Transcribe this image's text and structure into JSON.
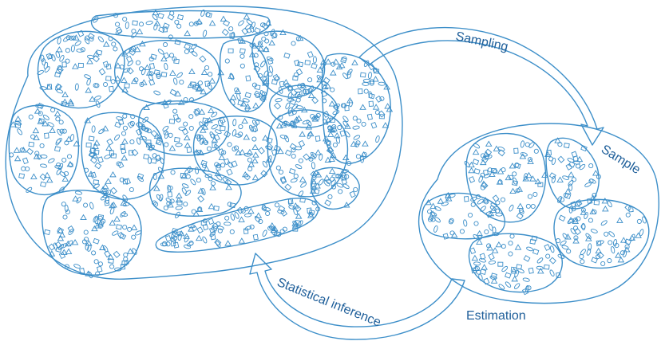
{
  "colors": {
    "stroke": "#3d8fc9",
    "label": "#1f5f9a",
    "background": "#ffffff"
  },
  "labels": {
    "sampling": "Sampling",
    "sample": "Sample",
    "estimation": "Estimation",
    "statistical_inference": "Statistical inference"
  }
}
